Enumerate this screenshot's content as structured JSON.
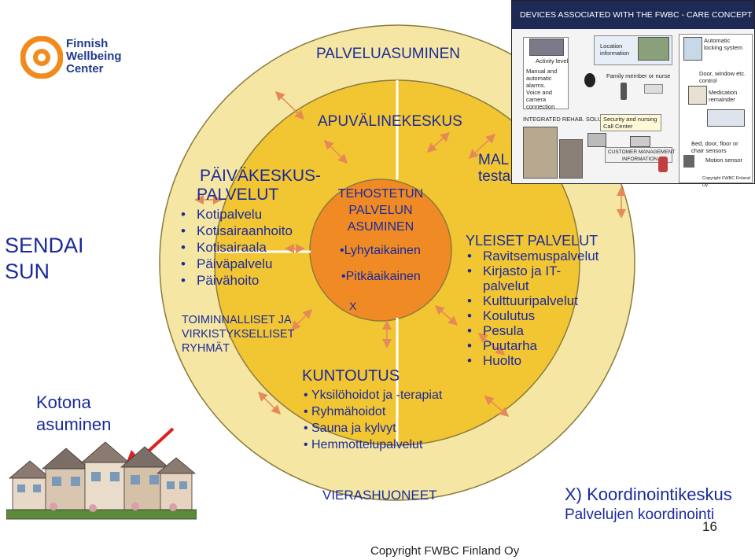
{
  "logo": {
    "text": "Finnish Wellbeing Center",
    "line1": "Finnish",
    "line2": "Wellbeing",
    "line3": "Center",
    "accent": "#f08c1e"
  },
  "colors": {
    "outer_ring": "#f5e7a3",
    "middle_ring": "#f2c533",
    "inner_circle": "#f08a25",
    "text": "#1a2a9a",
    "arrow": "#e58a57",
    "pointer_arrow": "#e02020"
  },
  "left_labels": {
    "sendai": "SENDAI SUN",
    "sendai_line1": "SENDAI",
    "sendai_line2": "SUN",
    "kotona": "Kotona asuminen",
    "kotona_line1": "Kotona",
    "kotona_line2": "asuminen"
  },
  "outer_ring": {
    "palveluasuminen": "PALVELUASUMINEN",
    "vierashuoneet": "VIERASHUONEET"
  },
  "middle_ring": {
    "apuvalinekeskus": "APUVÄLINEKESKUS",
    "paivakeskus_title_1": "PÄIVÄKESKUS-",
    "paivakeskus_title_2": "PALVELUT",
    "paivakeskus_items": [
      "Kotipalvelu",
      "Kotisairaanhoito",
      "Kotisairaala",
      "Päiväpalvelu",
      "Päivähoito"
    ],
    "toiminnalliset_1": "TOIMINNALLISET JA",
    "toiminnalliset_2": "VIRKISTYKSELLISET",
    "toiminnalliset_3": "RYHMÄT",
    "mal_1": "MAL",
    "mal_2": "testa",
    "yleiset_title": "YLEISET PALVELUT",
    "yleiset_items": [
      "Ravitsemuspalvelut",
      "Kirjasto ja IT-",
      "Kulttuuripalvelut",
      "Koulutus",
      "Pesula",
      "Puutarha",
      "Huolto"
    ],
    "yleiset_cont": "palvelut",
    "kuntoutus_title": "KUNTOUTUS",
    "kuntoutus_items": [
      "Yksilöhoidot ja -terapiat",
      "Ryhmähoidot",
      "Sauna ja kylvyt",
      "Hemmottelupalvelut"
    ]
  },
  "inner_circle": {
    "title_1": "TEHOSTETUN",
    "title_2": "PALVELUN",
    "title_3": "ASUMINEN",
    "item_1": "•Lyhytaikainen",
    "item_2": "•Pitkäaikainen",
    "x": "X"
  },
  "footer": {
    "koord_1": "X) Koordinointikeskus",
    "koord_2": "Palvelujen koordinointi",
    "page_number": "16",
    "copyright": "Copyright FWBC Finland Oy"
  },
  "device_panel": {
    "header": "DEVICES ASSOCIATED WITH THE FWBC - CARE CONCEPT",
    "activity_level": "Activity level",
    "manual_alarms": [
      "Manual and",
      "automatic",
      "alarms.",
      "Voice and",
      "camera",
      "connection"
    ],
    "location_info": [
      "Location",
      "information"
    ],
    "family_member": "Family member or nurse",
    "auto_locking": [
      "Automatic",
      "locking system"
    ],
    "door_window": [
      "Door, window etc.",
      "control"
    ],
    "medication": [
      "Medication",
      "remainder"
    ],
    "integrated_rehab": "INTEGRATED REHAB. SOLUTIONS",
    "security_call": [
      "Security and nursing",
      "Call Center"
    ],
    "customer_mgmt": [
      "CUSTOMER MANAGEMENT",
      "INFORMATION"
    ],
    "bed_sensors": [
      "Bed, door, floor or",
      "chair sensors"
    ],
    "motion_sensor": "Motion sensor",
    "copyright": "Copyright FWBC Finland Oy"
  }
}
